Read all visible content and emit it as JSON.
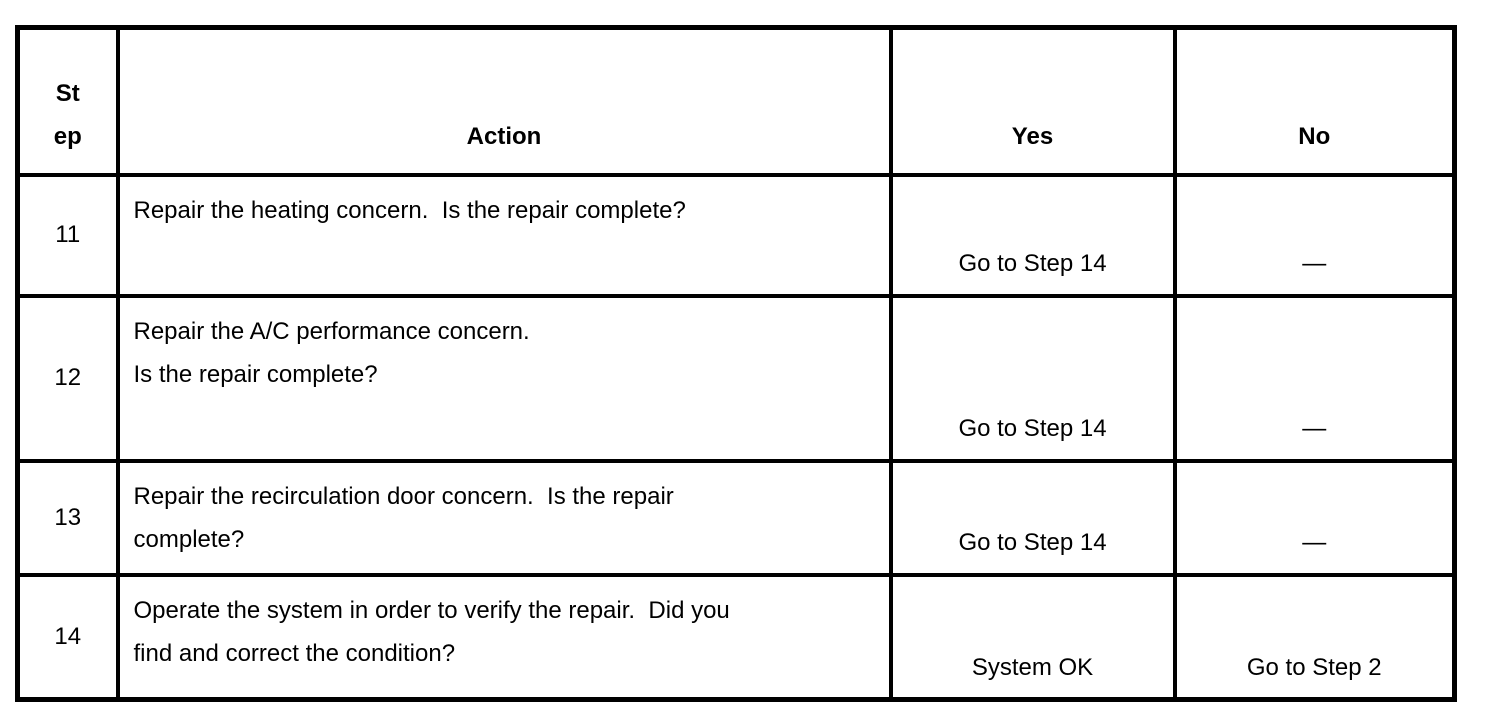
{
  "table": {
    "headers": {
      "step": "St\nep",
      "action": "Action",
      "yes": "Yes",
      "no": "No"
    },
    "rows": [
      {
        "step": "11",
        "action": "Repair the heating concern.  Is the repair complete?",
        "yes": "Go to Step 14",
        "no": "—"
      },
      {
        "step": "12",
        "action": "Repair the A/C performance concern.\nIs the repair complete?",
        "yes": "Go to Step 14",
        "no": "—"
      },
      {
        "step": "13",
        "action": "Repair the recirculation door concern.  Is the repair\ncomplete?",
        "yes": "Go to Step 14",
        "no": "—"
      },
      {
        "step": "14",
        "action": "Operate the system in order to verify the repair.  Did you\nfind and correct the condition?",
        "yes": "System OK",
        "no": "Go to Step 2"
      }
    ],
    "colors": {
      "border": "#000000",
      "text": "#000000",
      "background": "#ffffff"
    }
  }
}
